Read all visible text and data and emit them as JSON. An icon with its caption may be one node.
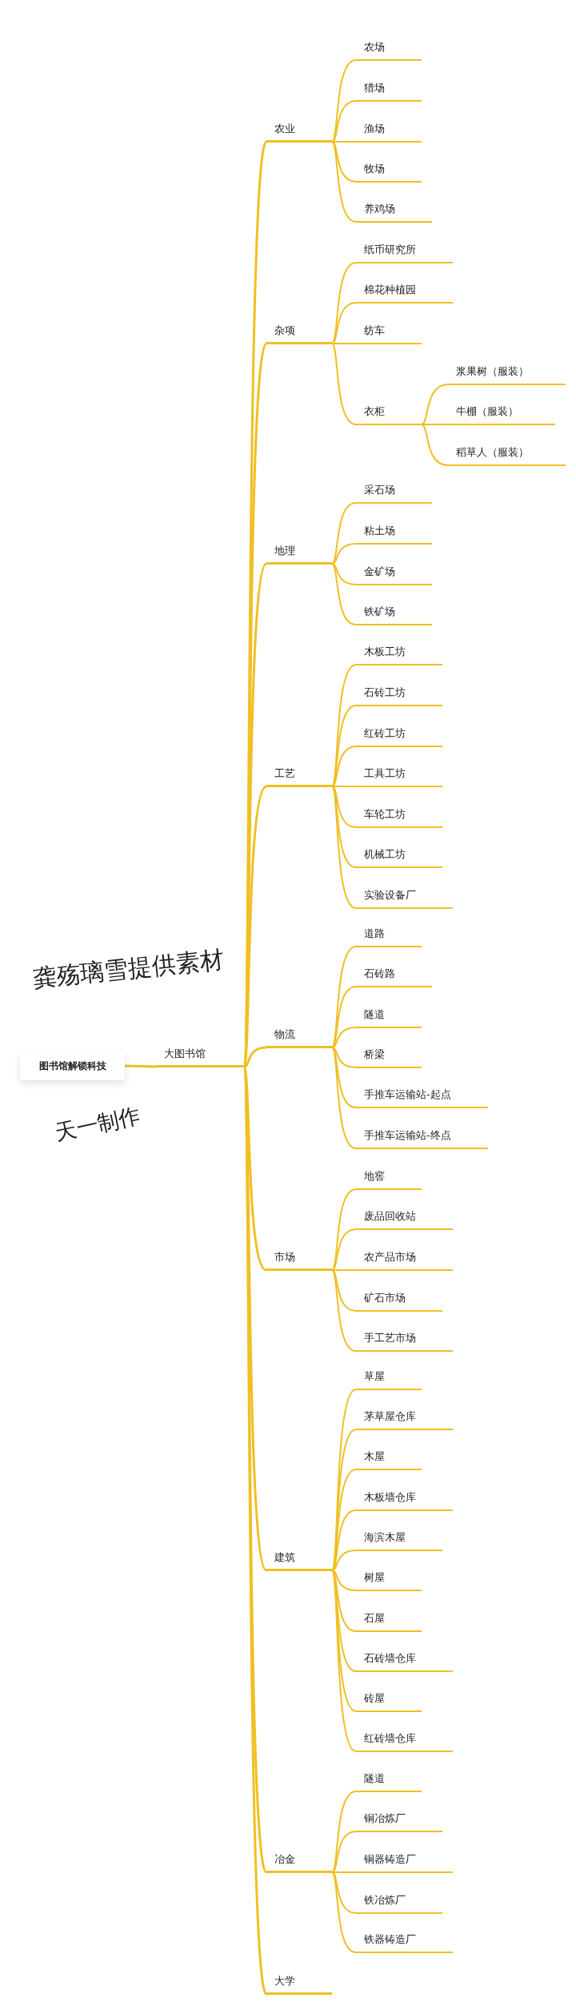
{
  "diagram": {
    "nodes": [
      {
        "text": [
          "图书馆解锁科技"
        ]
      },
      {
        "text": [
          "大图书馆"
        ]
      },
      {
        "text": [
          "农业"
        ]
      },
      {
        "text": [
          "农场"
        ]
      },
      {
        "text": [
          "猎场"
        ]
      },
      {
        "text": [
          "渔场"
        ]
      },
      {
        "text": [
          "牧场"
        ]
      },
      {
        "text": [
          "养鸡场"
        ]
      },
      {
        "text": [
          "杂项"
        ]
      },
      {
        "text": [
          "纸币研究所"
        ]
      },
      {
        "text": [
          "棉花种植园"
        ]
      },
      {
        "text": [
          "纺车"
        ]
      },
      {
        "text": [
          "衣柜"
        ]
      },
      {
        "text": [
          "浆果树（服装）"
        ]
      },
      {
        "text": [
          "牛棚（服装）"
        ]
      },
      {
        "text": [
          "稻草人（服装）"
        ]
      },
      {
        "text": [
          "地理"
        ]
      },
      {
        "text": [
          "采石场"
        ]
      },
      {
        "text": [
          "粘土场"
        ]
      },
      {
        "text": [
          "金矿场"
        ]
      },
      {
        "text": [
          "铁矿场"
        ]
      },
      {
        "text": [
          "工艺"
        ]
      },
      {
        "text": [
          "木板工坊"
        ]
      },
      {
        "text": [
          "石砖工坊"
        ]
      },
      {
        "text": [
          "红砖工坊"
        ]
      },
      {
        "text": [
          "工具工坊"
        ]
      },
      {
        "text": [
          "车轮工坊"
        ]
      },
      {
        "text": [
          "机械工坊"
        ]
      },
      {
        "text": [
          "实验设备厂"
        ]
      },
      {
        "text": [
          "物流"
        ]
      },
      {
        "text": [
          "道路"
        ]
      },
      {
        "text": [
          "石砖路"
        ]
      },
      {
        "text": [
          "隧道"
        ]
      },
      {
        "text": [
          "桥梁"
        ]
      },
      {
        "text": [
          "手推车运输站-起点"
        ]
      },
      {
        "text": [
          "手推车运输站-终点"
        ]
      },
      {
        "text": [
          "市场"
        ]
      },
      {
        "text": [
          "地窖"
        ]
      },
      {
        "text": [
          "废品回收站"
        ]
      },
      {
        "text": [
          "农产品市场"
        ]
      },
      {
        "text": [
          "矿石市场"
        ]
      },
      {
        "text": [
          "手工艺市场"
        ]
      },
      {
        "text": [
          "建筑"
        ]
      },
      {
        "text": [
          "草屋"
        ]
      },
      {
        "text": [
          "茅草屋仓库"
        ]
      },
      {
        "text": [
          "木屋"
        ]
      },
      {
        "text": [
          "木板墙仓库"
        ]
      },
      {
        "text": [
          "海滨木屋"
        ]
      },
      {
        "text": [
          "树屋"
        ]
      },
      {
        "text": [
          "石屋"
        ]
      },
      {
        "text": [
          "石砖墙仓库"
        ]
      },
      {
        "text": [
          "砖屋"
        ]
      },
      {
        "text": [
          "红砖墙仓库"
        ]
      },
      {
        "text": [
          "冶金"
        ]
      },
      {
        "text": [
          "隧道"
        ]
      },
      {
        "text": [
          "铜冶炼厂"
        ]
      },
      {
        "text": [
          "铜器铸造厂"
        ]
      },
      {
        "text": [
          "铁冶炼厂"
        ]
      },
      {
        "text": [
          "铁器铸造厂"
        ]
      },
      {
        "text": [
          "大学"
        ]
      }
    ],
    "edges": [
      {
        "from": 0,
        "to": 1,
        "arrow": "none"
      },
      {
        "from": 1,
        "to": 2,
        "arrow": "none"
      },
      {
        "from": 1,
        "to": 8,
        "arrow": "none"
      },
      {
        "from": 1,
        "to": 16,
        "arrow": "none"
      },
      {
        "from": 1,
        "to": 21,
        "arrow": "none"
      },
      {
        "from": 1,
        "to": 29,
        "arrow": "none"
      },
      {
        "from": 1,
        "to": 36,
        "arrow": "none"
      },
      {
        "from": 1,
        "to": 42,
        "arrow": "none"
      },
      {
        "from": 1,
        "to": 53,
        "arrow": "none"
      },
      {
        "from": 1,
        "to": 59,
        "arrow": "none"
      },
      {
        "from": 2,
        "to": 3,
        "arrow": "none"
      },
      {
        "from": 2,
        "to": 4,
        "arrow": "none"
      },
      {
        "from": 2,
        "to": 5,
        "arrow": "none"
      },
      {
        "from": 2,
        "to": 6,
        "arrow": "none"
      },
      {
        "from": 2,
        "to": 7,
        "arrow": "none"
      },
      {
        "from": 8,
        "to": 9,
        "arrow": "none"
      },
      {
        "from": 8,
        "to": 10,
        "arrow": "none"
      },
      {
        "from": 8,
        "to": 11,
        "arrow": "none"
      },
      {
        "from": 8,
        "to": 12,
        "arrow": "none"
      },
      {
        "from": 12,
        "to": 13,
        "arrow": "none"
      },
      {
        "from": 12,
        "to": 14,
        "arrow": "none"
      },
      {
        "from": 12,
        "to": 15,
        "arrow": "none"
      },
      {
        "from": 16,
        "to": 17,
        "arrow": "none"
      },
      {
        "from": 16,
        "to": 18,
        "arrow": "none"
      },
      {
        "from": 16,
        "to": 19,
        "arrow": "none"
      },
      {
        "from": 16,
        "to": 20,
        "arrow": "none"
      },
      {
        "from": 21,
        "to": 22,
        "arrow": "none"
      },
      {
        "from": 21,
        "to": 23,
        "arrow": "none"
      },
      {
        "from": 21,
        "to": 24,
        "arrow": "none"
      },
      {
        "from": 21,
        "to": 25,
        "arrow": "none"
      },
      {
        "from": 21,
        "to": 26,
        "arrow": "none"
      },
      {
        "from": 21,
        "to": 27,
        "arrow": "none"
      },
      {
        "from": 21,
        "to": 28,
        "arrow": "none"
      },
      {
        "from": 29,
        "to": 30,
        "arrow": "none"
      },
      {
        "from": 29,
        "to": 31,
        "arrow": "none"
      },
      {
        "from": 29,
        "to": 32,
        "arrow": "none"
      },
      {
        "from": 29,
        "to": 33,
        "arrow": "none"
      },
      {
        "from": 29,
        "to": 34,
        "arrow": "none"
      },
      {
        "from": 29,
        "to": 35,
        "arrow": "none"
      },
      {
        "from": 36,
        "to": 37,
        "arrow": "none"
      },
      {
        "from": 36,
        "to": 38,
        "arrow": "none"
      },
      {
        "from": 36,
        "to": 39,
        "arrow": "none"
      },
      {
        "from": 36,
        "to": 40,
        "arrow": "none"
      },
      {
        "from": 36,
        "to": 41,
        "arrow": "none"
      },
      {
        "from": 42,
        "to": 43,
        "arrow": "none"
      },
      {
        "from": 42,
        "to": 44,
        "arrow": "none"
      },
      {
        "from": 42,
        "to": 45,
        "arrow": "none"
      },
      {
        "from": 42,
        "to": 46,
        "arrow": "none"
      },
      {
        "from": 42,
        "to": 47,
        "arrow": "none"
      },
      {
        "from": 42,
        "to": 48,
        "arrow": "none"
      },
      {
        "from": 42,
        "to": 49,
        "arrow": "none"
      },
      {
        "from": 42,
        "to": 50,
        "arrow": "none"
      },
      {
        "from": 42,
        "to": 51,
        "arrow": "none"
      },
      {
        "from": 42,
        "to": 52,
        "arrow": "none"
      },
      {
        "from": 53,
        "to": 54,
        "arrow": "none"
      },
      {
        "from": 53,
        "to": 55,
        "arrow": "none"
      },
      {
        "from": 53,
        "to": 56,
        "arrow": "none"
      },
      {
        "from": 53,
        "to": 57,
        "arrow": "none"
      },
      {
        "from": 53,
        "to": 58,
        "arrow": "none"
      }
    ],
    "labels": [
      "龚殇璃雪提供素材",
      "天一制作"
    ]
  }
}
